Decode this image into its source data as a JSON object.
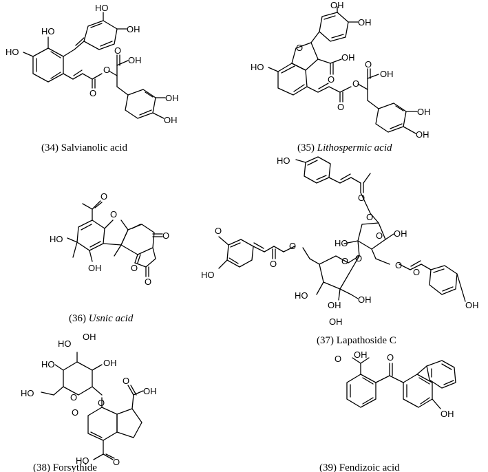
{
  "compounds": [
    {
      "number": "(34)",
      "name": "Salvianolic acid",
      "italic": false
    },
    {
      "number": "(35)",
      "name": "Lithospermic acid",
      "italic": true
    },
    {
      "number": "(36)",
      "name": "Usnic acid",
      "italic": true
    },
    {
      "number": "(37)",
      "name": "Lapathoside C",
      "italic": false
    },
    {
      "number": "(38)",
      "name": "Forsythide",
      "italic": false
    },
    {
      "number": "(39)",
      "name": "Fendizoic acid",
      "italic": false
    }
  ],
  "atom_labels": {
    "OH": "OH",
    "HO": "HO",
    "O": "O",
    "HOH": "OH"
  }
}
